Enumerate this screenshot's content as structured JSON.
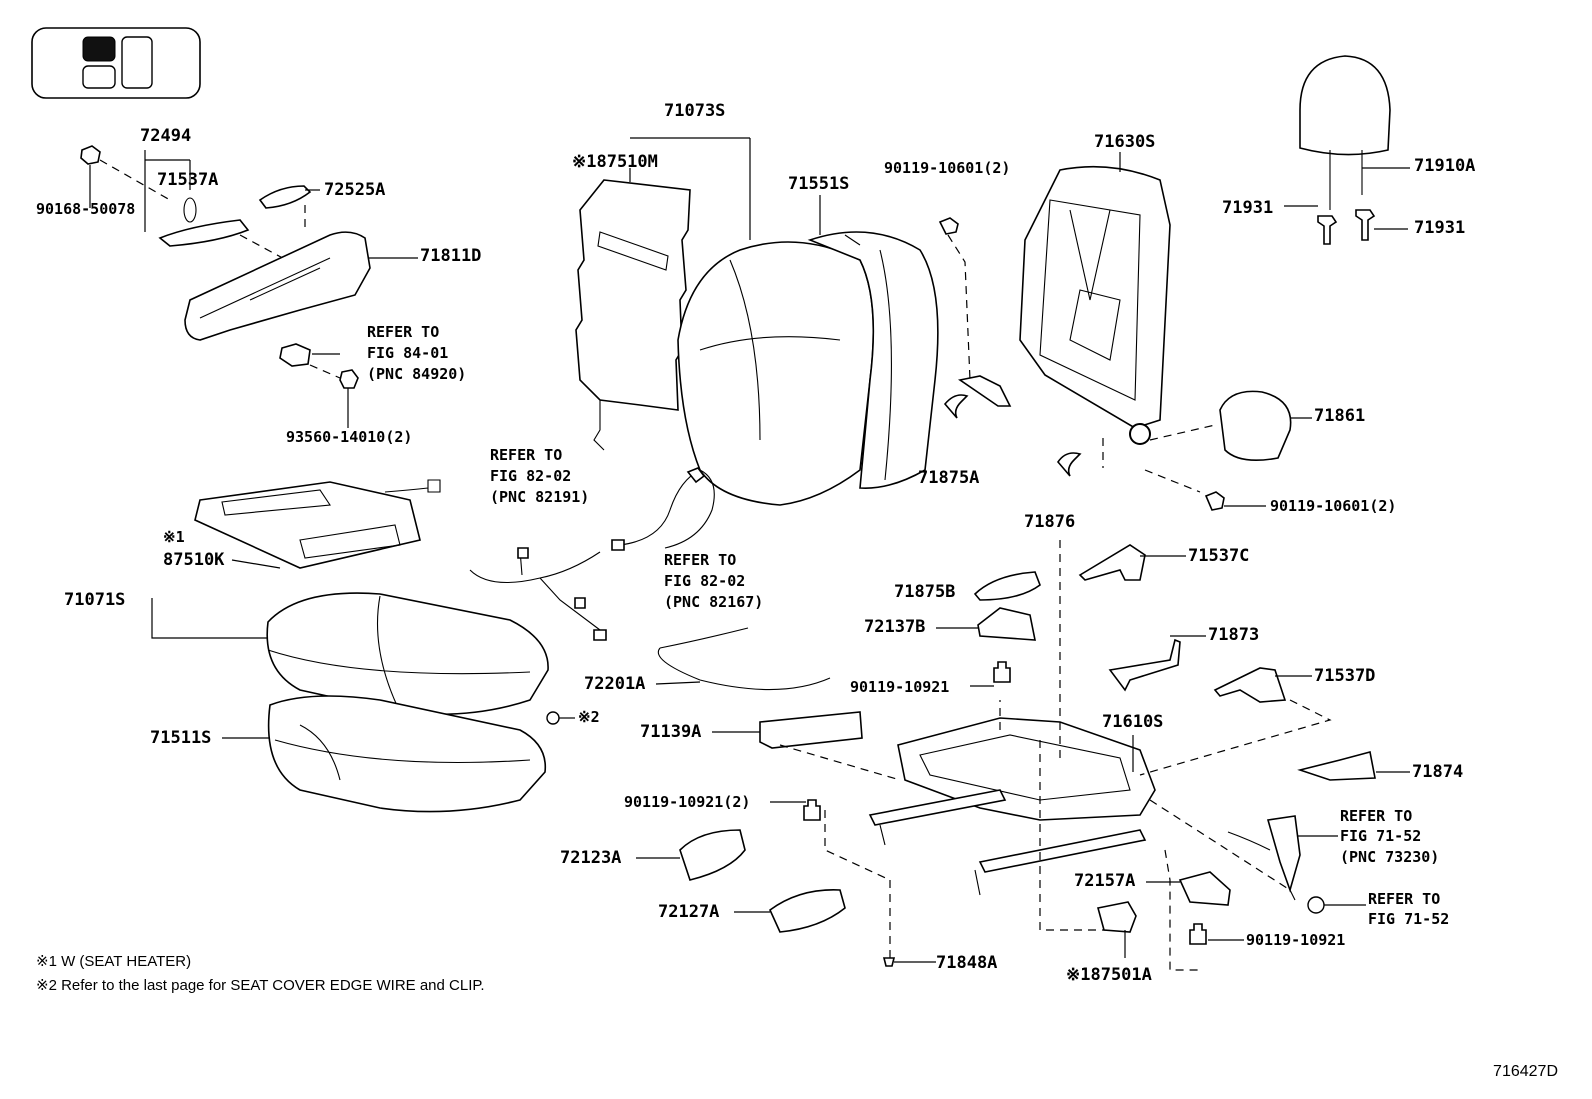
{
  "labels": {
    "p72494": "72494",
    "p71537A": "71537A",
    "p90168": "90168-50078",
    "p72525A": "72525A",
    "p71811D": "71811D",
    "ref8401_a": "REFER TO",
    "ref8401_b": "FIG 84-01",
    "ref8401_c": "(PNC 84920)",
    "p93560": "93560-14010(2)",
    "p71073S": "71073S",
    "p87510M": "※187510M",
    "p71551S": "71551S",
    "p90119_top": "90119-10601(2)",
    "p71630S": "71630S",
    "p71910A": "71910A",
    "p71931a": "71931",
    "p71931b": "71931",
    "p71861": "71861",
    "p90119_mid": "90119-10601(2)",
    "p71875A": "71875A",
    "p71876": "71876",
    "ref8202a_a": "REFER TO",
    "ref8202a_b": "FIG 82-02",
    "ref8202a_c": "(PNC 82191)",
    "ref8202b_a": "REFER TO",
    "ref8202b_b": "FIG 82-02",
    "ref8202b_c": "(PNC 82167)",
    "p87510K_mark": "※1",
    "p87510K": "87510K",
    "p71071S": "71071S",
    "p71511S": "71511S",
    "mark2": "※2",
    "p72201A": "72201A",
    "p71139A": "71139A",
    "p71537C": "71537C",
    "p71875B": "71875B",
    "p72137B": "72137B",
    "p71873": "71873",
    "p90119_10921a": "90119-10921",
    "p71537D": "71537D",
    "p71610S": "71610S",
    "p71874": "71874",
    "p90119_10921b": "90119-10921(2)",
    "p72123A": "72123A",
    "p72127A": "72127A",
    "ref7152a_a": "REFER TO",
    "ref7152a_b": "FIG 71-52",
    "ref7152a_c": "(PNC 73230)",
    "ref7152b_a": "REFER TO",
    "ref7152b_b": "FIG 71-52",
    "p72157A": "72157A",
    "p90119_10921c": "90119-10921",
    "p71848A": "71848A",
    "p87501A": "※187501A"
  },
  "notes": {
    "note1": "※1 W (SEAT HEATER)",
    "note2": "※2 Refer to the last page for SEAT COVER EDGE WIRE and CLIP."
  },
  "figure_id": "716427D",
  "icons": {
    "locator": "seat-position-locator-icon"
  }
}
